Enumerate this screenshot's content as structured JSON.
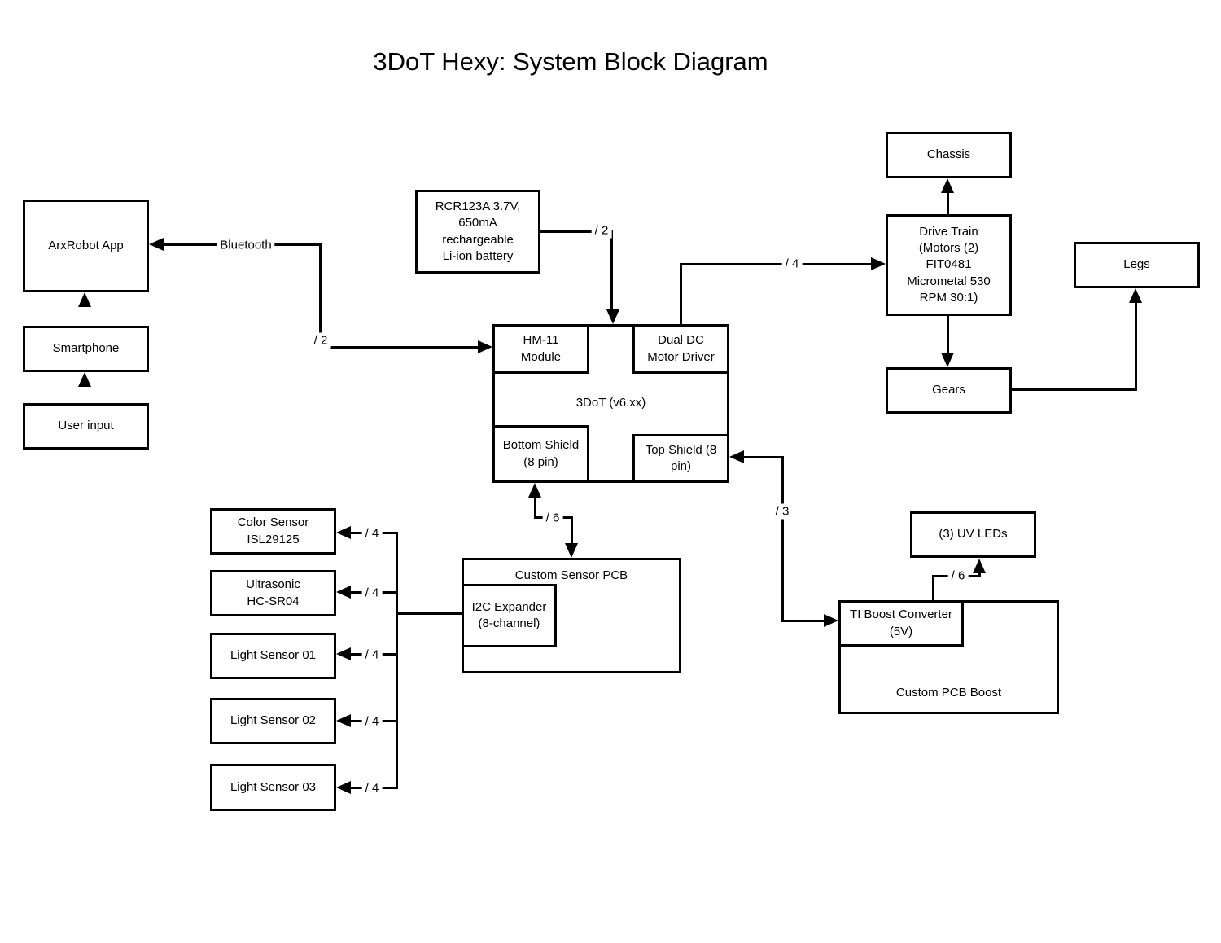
{
  "title": "3DoT Hexy: System Block Diagram",
  "colors": {
    "line": "#000000",
    "background": "#ffffff",
    "text": "#000000"
  },
  "nodes": {
    "arxrobot_app": "ArxRobot App",
    "smartphone": "Smartphone",
    "user_input": "User input",
    "battery": "RCR123A 3.7V,\n650mA\nrechargeable\nLi-ion battery",
    "three_dot": "3DoT (v6.xx)",
    "hm11": "HM-11\nModule",
    "dual_dc": "Dual DC\nMotor Driver",
    "bottom_shield": "Bottom Shield\n(8 pin)",
    "top_shield": "Top Shield (8\npin)",
    "chassis": "Chassis",
    "drive_train": "Drive Train\n(Motors (2)\nFIT0481\nMicrometal 530\nRPM 30:1)",
    "legs": "Legs",
    "gears": "Gears",
    "color_sensor": "Color Sensor\nISL29125",
    "ultrasonic": "Ultrasonic\nHC-SR04",
    "light_sensor_01": "Light Sensor 01",
    "light_sensor_02": "Light Sensor 02",
    "light_sensor_03": "Light Sensor 03",
    "custom_sensor_pcb": "Custom Sensor PCB",
    "i2c_expander": "I2C Expander\n(8-channel)",
    "uv_leds": "(3) UV LEDs",
    "ti_boost": "TI Boost Converter\n(5V)",
    "custom_pcb_boost": "Custom PCB Boost"
  },
  "edge_labels": {
    "bluetooth": "Bluetooth",
    "width_2": "/ 2",
    "width_3": "/ 3",
    "width_4": "/ 4",
    "width_6": "/ 6"
  }
}
